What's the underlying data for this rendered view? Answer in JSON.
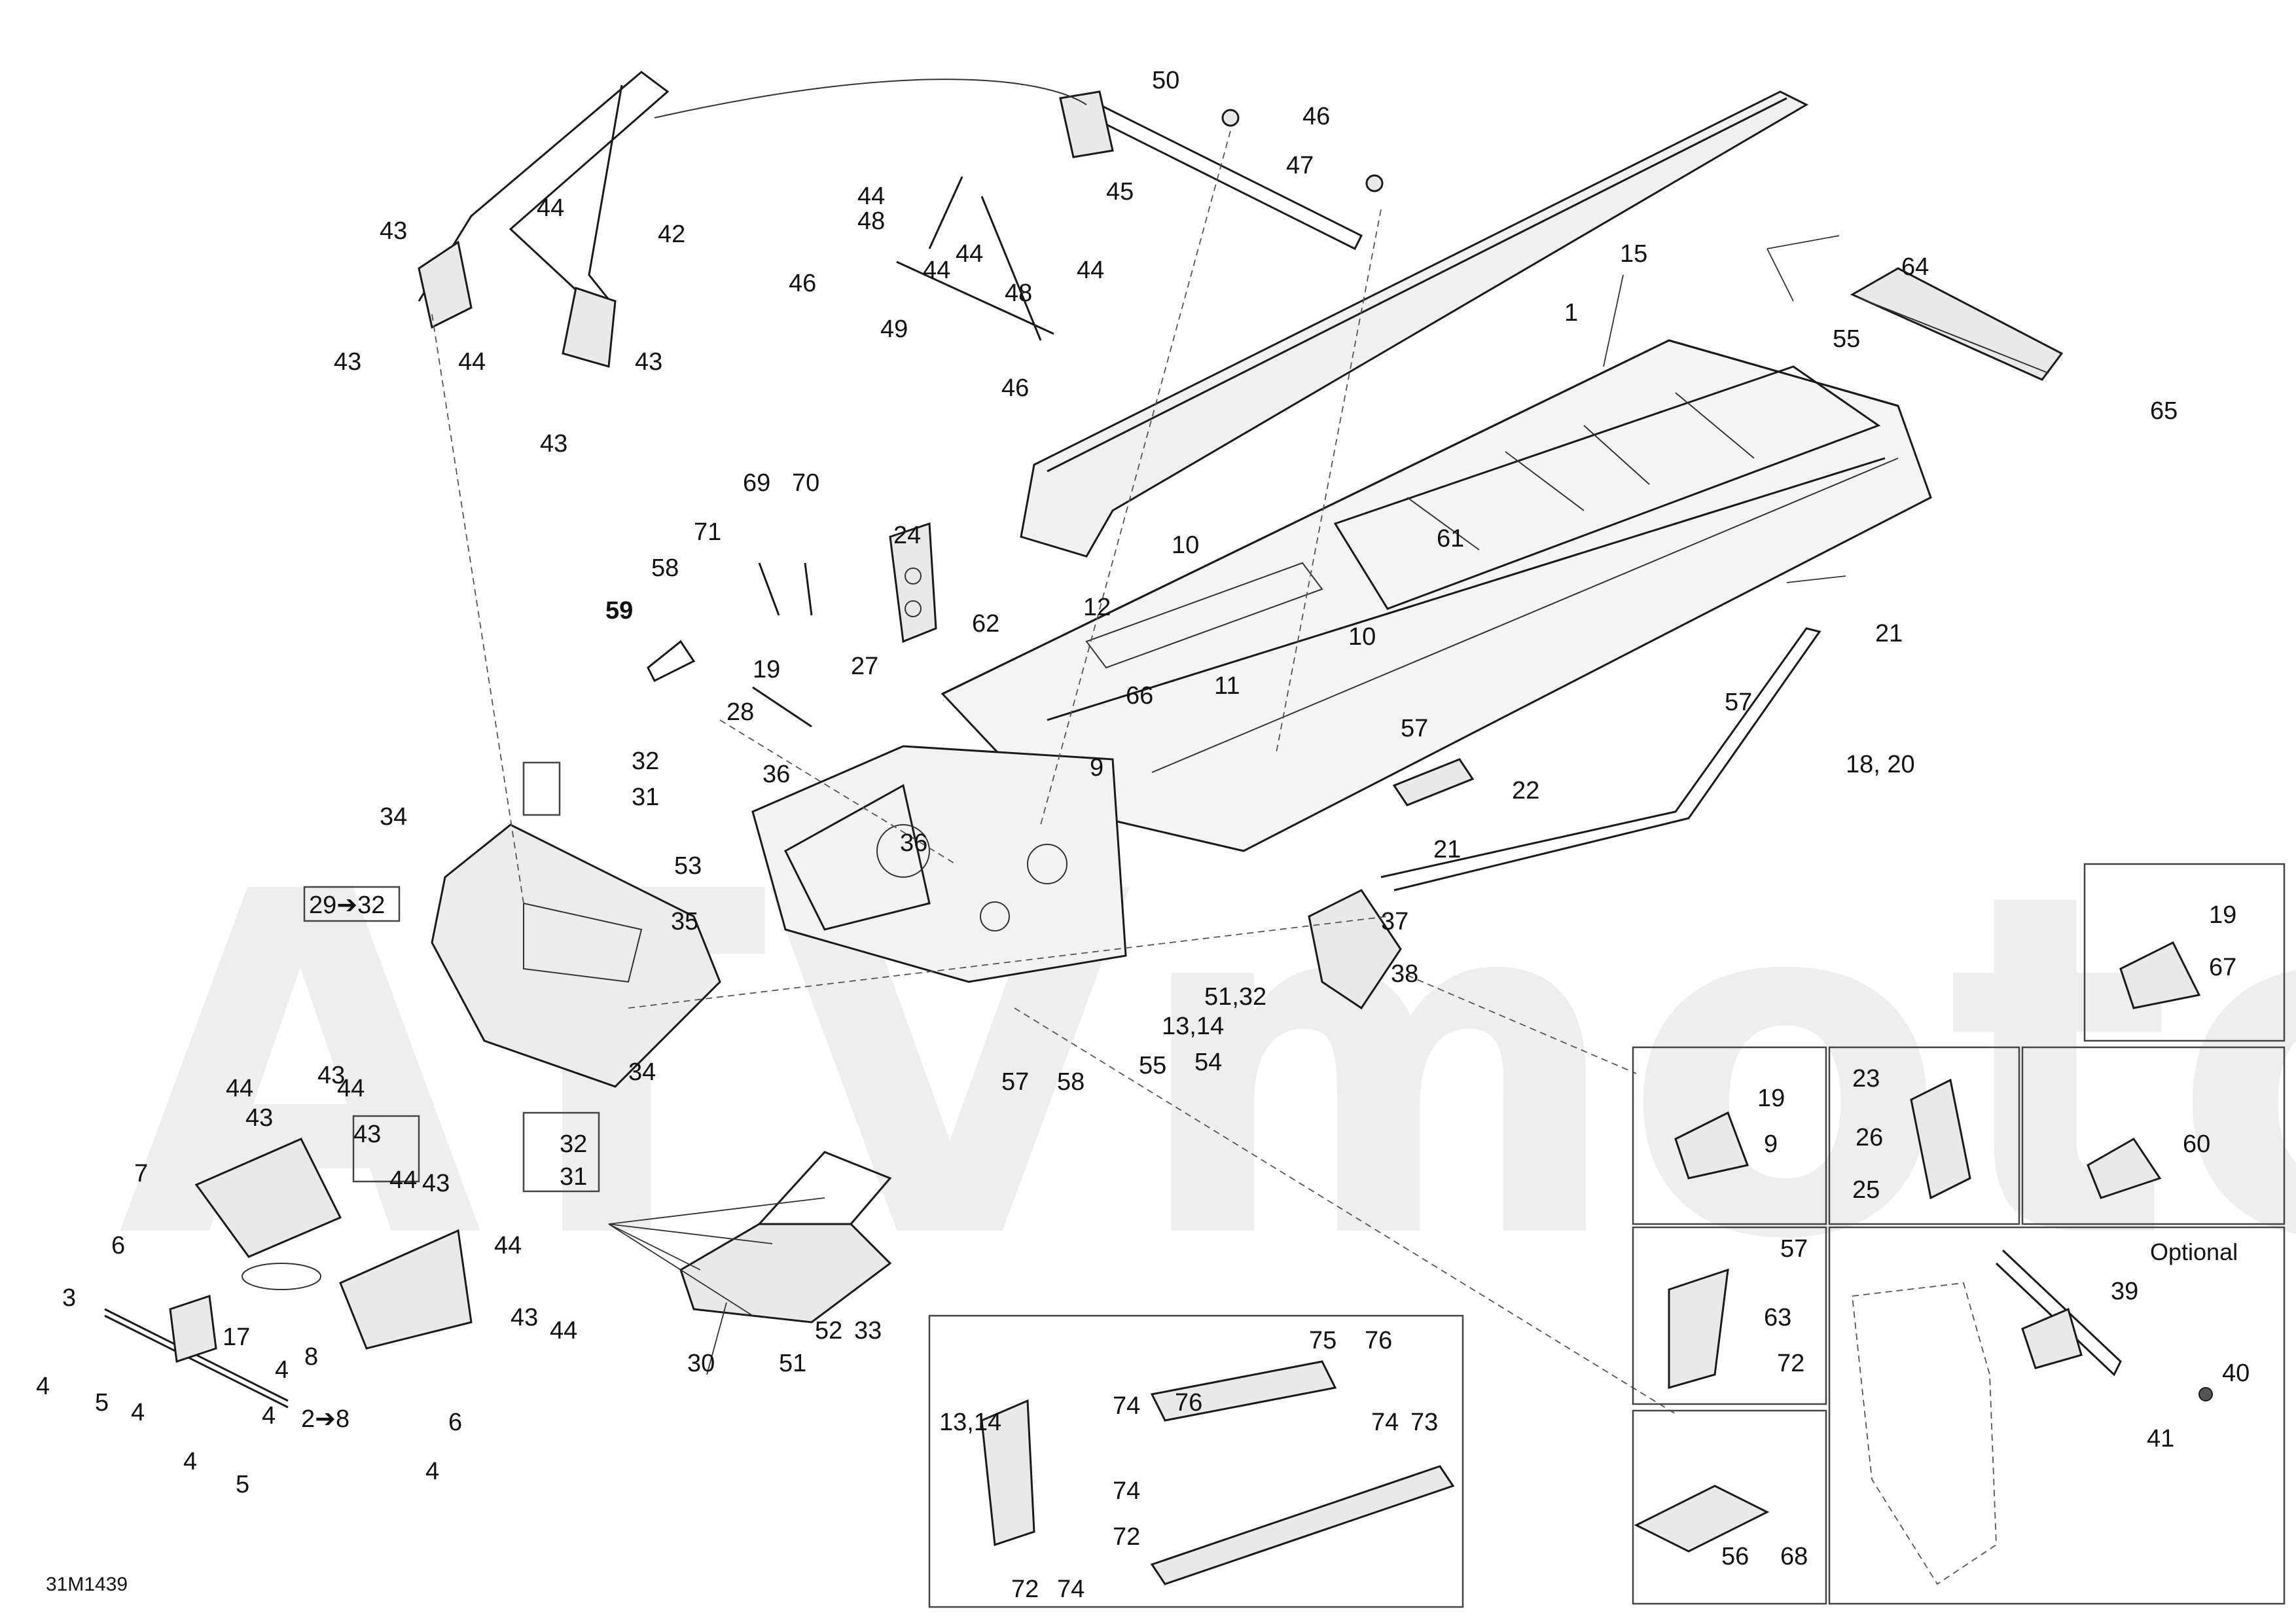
{
  "diagram": {
    "drawing_code": "31M1439",
    "watermark": "ATVmoto",
    "optional_label": "Optional",
    "callouts": [
      {
        "id": "c1",
        "text": "1"
      },
      {
        "id": "c2",
        "text": "2➔8"
      },
      {
        "id": "c3",
        "text": "3"
      },
      {
        "id": "c4a",
        "text": "4"
      },
      {
        "id": "c4b",
        "text": "4"
      },
      {
        "id": "c4c",
        "text": "4"
      },
      {
        "id": "c4d",
        "text": "4"
      },
      {
        "id": "c4e",
        "text": "4"
      },
      {
        "id": "c4f",
        "text": "4"
      },
      {
        "id": "c5a",
        "text": "5"
      },
      {
        "id": "c5b",
        "text": "5"
      },
      {
        "id": "c6a",
        "text": "6"
      },
      {
        "id": "c6b",
        "text": "6"
      },
      {
        "id": "c7",
        "text": "7"
      },
      {
        "id": "c8",
        "text": "8"
      },
      {
        "id": "c9a",
        "text": "9"
      },
      {
        "id": "c9b",
        "text": "9"
      },
      {
        "id": "c10a",
        "text": "10"
      },
      {
        "id": "c10b",
        "text": "10"
      },
      {
        "id": "c11",
        "text": "11"
      },
      {
        "id": "c12",
        "text": "12"
      },
      {
        "id": "c1314a",
        "text": "13,14"
      },
      {
        "id": "c1314b",
        "text": "13,14"
      },
      {
        "id": "c15",
        "text": "15"
      },
      {
        "id": "c17",
        "text": "17"
      },
      {
        "id": "c1820",
        "text": "18, 20"
      },
      {
        "id": "c19a",
        "text": "19"
      },
      {
        "id": "c19b",
        "text": "19"
      },
      {
        "id": "c19c",
        "text": "19"
      },
      {
        "id": "c21a",
        "text": "21"
      },
      {
        "id": "c21b",
        "text": "21"
      },
      {
        "id": "c22",
        "text": "22"
      },
      {
        "id": "c23",
        "text": "23"
      },
      {
        "id": "c24",
        "text": "24"
      },
      {
        "id": "c25",
        "text": "25"
      },
      {
        "id": "c26",
        "text": "26"
      },
      {
        "id": "c27",
        "text": "27"
      },
      {
        "id": "c28",
        "text": "28"
      },
      {
        "id": "c2932",
        "text": "29➔32"
      },
      {
        "id": "c30",
        "text": "30"
      },
      {
        "id": "c31a",
        "text": "31"
      },
      {
        "id": "c31b",
        "text": "31"
      },
      {
        "id": "c32a",
        "text": "32"
      },
      {
        "id": "c32b",
        "text": "32"
      },
      {
        "id": "c33",
        "text": "33"
      },
      {
        "id": "c34a",
        "text": "34"
      },
      {
        "id": "c34b",
        "text": "34"
      },
      {
        "id": "c35",
        "text": "35"
      },
      {
        "id": "c36a",
        "text": "36"
      },
      {
        "id": "c36b",
        "text": "36"
      },
      {
        "id": "c37",
        "text": "37"
      },
      {
        "id": "c38",
        "text": "38"
      },
      {
        "id": "c39",
        "text": "39"
      },
      {
        "id": "c40",
        "text": "40"
      },
      {
        "id": "c41",
        "text": "41"
      },
      {
        "id": "c42",
        "text": "42"
      },
      {
        "id": "c43a",
        "text": "43"
      },
      {
        "id": "c43b",
        "text": "43"
      },
      {
        "id": "c43c",
        "text": "43"
      },
      {
        "id": "c43d",
        "text": "43"
      },
      {
        "id": "c43e",
        "text": "43"
      },
      {
        "id": "c43f",
        "text": "43"
      },
      {
        "id": "c43g",
        "text": "43"
      },
      {
        "id": "c43h",
        "text": "43"
      },
      {
        "id": "c43i",
        "text": "43"
      },
      {
        "id": "c44a",
        "text": "44"
      },
      {
        "id": "c44b",
        "text": "44"
      },
      {
        "id": "c44c",
        "text": "44"
      },
      {
        "id": "c44d",
        "text": "44"
      },
      {
        "id": "c44e",
        "text": "44"
      },
      {
        "id": "c44f",
        "text": "44"
      },
      {
        "id": "c44g",
        "text": "44"
      },
      {
        "id": "c44h",
        "text": "44"
      },
      {
        "id": "c44i",
        "text": "44"
      },
      {
        "id": "c44j",
        "text": "44"
      },
      {
        "id": "c44k",
        "text": "44"
      },
      {
        "id": "c45",
        "text": "45"
      },
      {
        "id": "c46a",
        "text": "46"
      },
      {
        "id": "c46b",
        "text": "46"
      },
      {
        "id": "c46c",
        "text": "46"
      },
      {
        "id": "c47",
        "text": "47"
      },
      {
        "id": "c48a",
        "text": "48"
      },
      {
        "id": "c48b",
        "text": "48"
      },
      {
        "id": "c49",
        "text": "49"
      },
      {
        "id": "c50",
        "text": "50"
      },
      {
        "id": "c51",
        "text": "51"
      },
      {
        "id": "c5132",
        "text": "51,32"
      },
      {
        "id": "c52",
        "text": "52"
      },
      {
        "id": "c53",
        "text": "53"
      },
      {
        "id": "c54",
        "text": "54"
      },
      {
        "id": "c55a",
        "text": "55"
      },
      {
        "id": "c55b",
        "text": "55"
      },
      {
        "id": "c56",
        "text": "56"
      },
      {
        "id": "c57a",
        "text": "57"
      },
      {
        "id": "c57b",
        "text": "57"
      },
      {
        "id": "c57c",
        "text": "57"
      },
      {
        "id": "c57d",
        "text": "57"
      },
      {
        "id": "c58a",
        "text": "58"
      },
      {
        "id": "c58b",
        "text": "58"
      },
      {
        "id": "c59",
        "text": "59"
      },
      {
        "id": "c60",
        "text": "60"
      },
      {
        "id": "c61",
        "text": "61"
      },
      {
        "id": "c62",
        "text": "62"
      },
      {
        "id": "c63",
        "text": "63"
      },
      {
        "id": "c64",
        "text": "64"
      },
      {
        "id": "c65",
        "text": "65"
      },
      {
        "id": "c66",
        "text": "66"
      },
      {
        "id": "c67",
        "text": "67"
      },
      {
        "id": "c68",
        "text": "68"
      },
      {
        "id": "c69",
        "text": "69"
      },
      {
        "id": "c70",
        "text": "70"
      },
      {
        "id": "c71",
        "text": "71"
      },
      {
        "id": "c72a",
        "text": "72"
      },
      {
        "id": "c72b",
        "text": "72"
      },
      {
        "id": "c72c",
        "text": "72"
      },
      {
        "id": "c73",
        "text": "73"
      },
      {
        "id": "c74a",
        "text": "74"
      },
      {
        "id": "c74b",
        "text": "74"
      },
      {
        "id": "c74c",
        "text": "74"
      },
      {
        "id": "c74d",
        "text": "74"
      },
      {
        "id": "c75",
        "text": "75"
      },
      {
        "id": "c76a",
        "text": "76"
      },
      {
        "id": "c76b",
        "text": "76"
      }
    ]
  }
}
